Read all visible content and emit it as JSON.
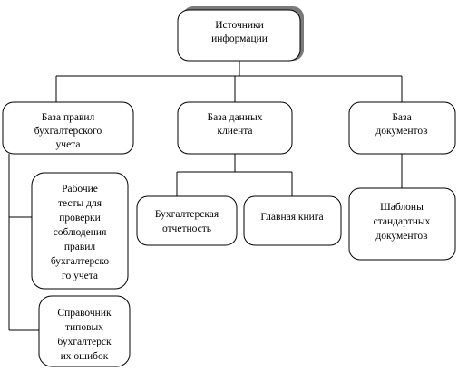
{
  "diagram": {
    "root": {
      "lines": [
        "Источники",
        "информации"
      ]
    },
    "rules_base": {
      "lines": [
        "База правил",
        "бухгалтерского",
        "учета"
      ]
    },
    "client_db": {
      "lines": [
        "База данных",
        "клиента"
      ]
    },
    "docs_base": {
      "lines": [
        "База",
        "документов"
      ]
    },
    "work_tests": {
      "lines": [
        "Рабочие",
        "тесты для",
        "проверки",
        "соблюдения",
        "правил",
        "бухгалтерско",
        "го учета"
      ]
    },
    "error_ref": {
      "lines": [
        "Справочник",
        "типовых",
        "бухгалтерск",
        "их ошибок"
      ]
    },
    "accounting_reports": {
      "lines": [
        "Бухгалтерская",
        "отчетность"
      ]
    },
    "general_ledger": {
      "lines": [
        "Главная книга"
      ]
    },
    "doc_templates": {
      "lines": [
        "Шаблоны",
        "стандартных",
        "документов"
      ]
    }
  }
}
